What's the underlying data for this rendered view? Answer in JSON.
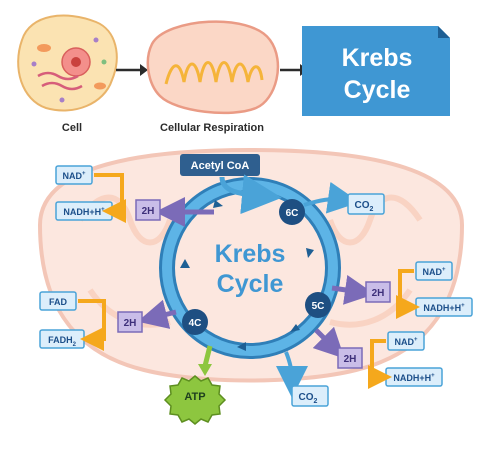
{
  "header": {
    "cell_label": "Cell",
    "respiration_label": "Cellular Respiration",
    "title_line1": "Krebs",
    "title_line2": "Cycle"
  },
  "cycle": {
    "center_line1": "Krebs",
    "center_line2": "Cycle",
    "input": "Acetyl CoA",
    "node_6c": "6C",
    "node_5c": "5C",
    "node_4c": "4C"
  },
  "products": {
    "co2_top": "CO",
    "co2_top_sub": "2",
    "co2_bottom": "CO",
    "co2_bottom_sub": "2",
    "atp": "ATP",
    "h2": "2H"
  },
  "carriers": {
    "nad": "NAD",
    "nad_sup": "+",
    "nadh": "NADH+H",
    "nadh_sup": "+",
    "fad": "FAD",
    "fadh": "FADH",
    "fadh_sub": "2"
  },
  "colors": {
    "cycle_blue": "#4aa3d8",
    "box_blue": "#3f97d3",
    "orange": "#f5a81c",
    "purple": "#7b6bb8",
    "green_atp": "#8dc63f",
    "mito_pink": "#f6cfc4"
  }
}
